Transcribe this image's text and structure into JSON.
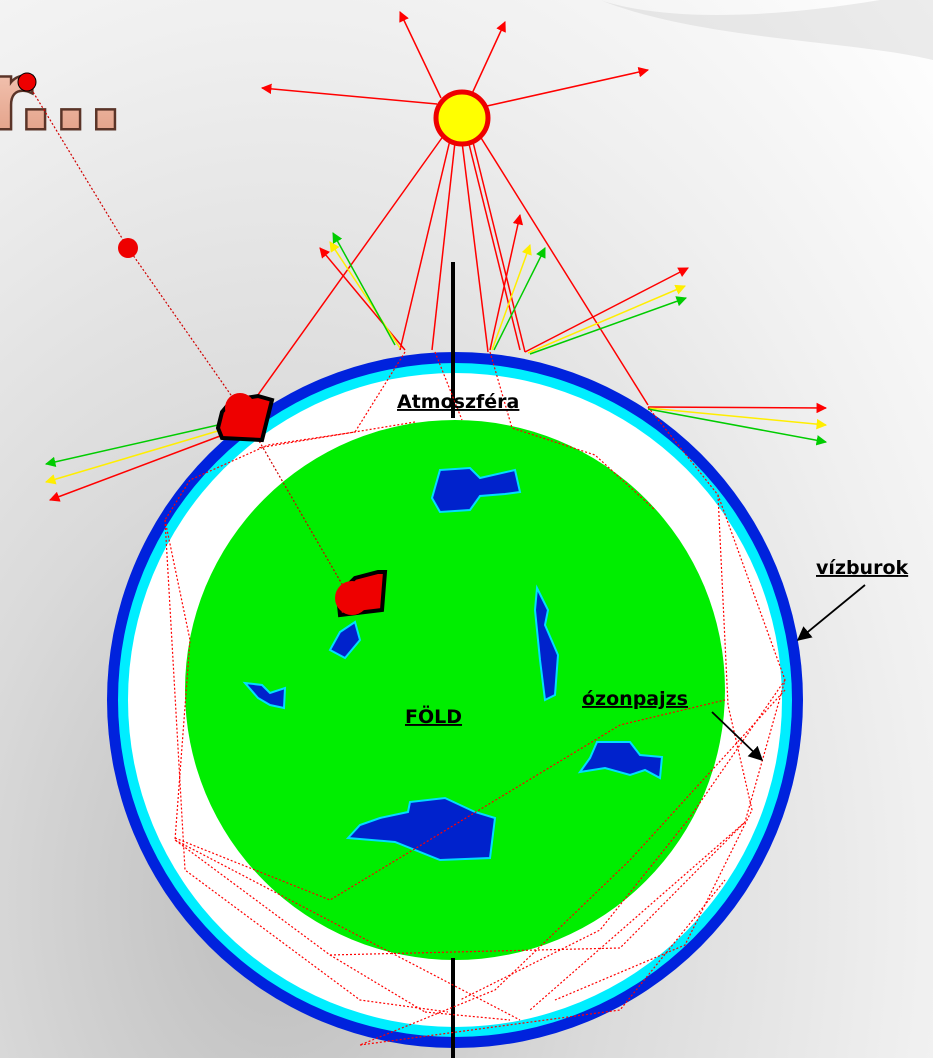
{
  "diagram": {
    "title_fragment": "r...",
    "labels": {
      "atmosphere": "Atmoszféra",
      "earth": "FÖLD",
      "hydrosphere": "vízburok",
      "ozone": "ózonpajzs"
    },
    "colors": {
      "earth": "#00ee00",
      "water_patches": "#0022cc",
      "hydrosphere_ring": "#0022dd",
      "ozone_ring": "#00eeff",
      "atmosphere": "#ffffff",
      "sun": "#ffff00",
      "sun_border": "#ff0000",
      "rays_red": "#ff0000",
      "rays_yellow": "#ffff00",
      "rays_green": "#00cc00",
      "axis": "#000000"
    },
    "icons": [
      "sun-icon",
      "factory-pollution-icon"
    ]
  }
}
